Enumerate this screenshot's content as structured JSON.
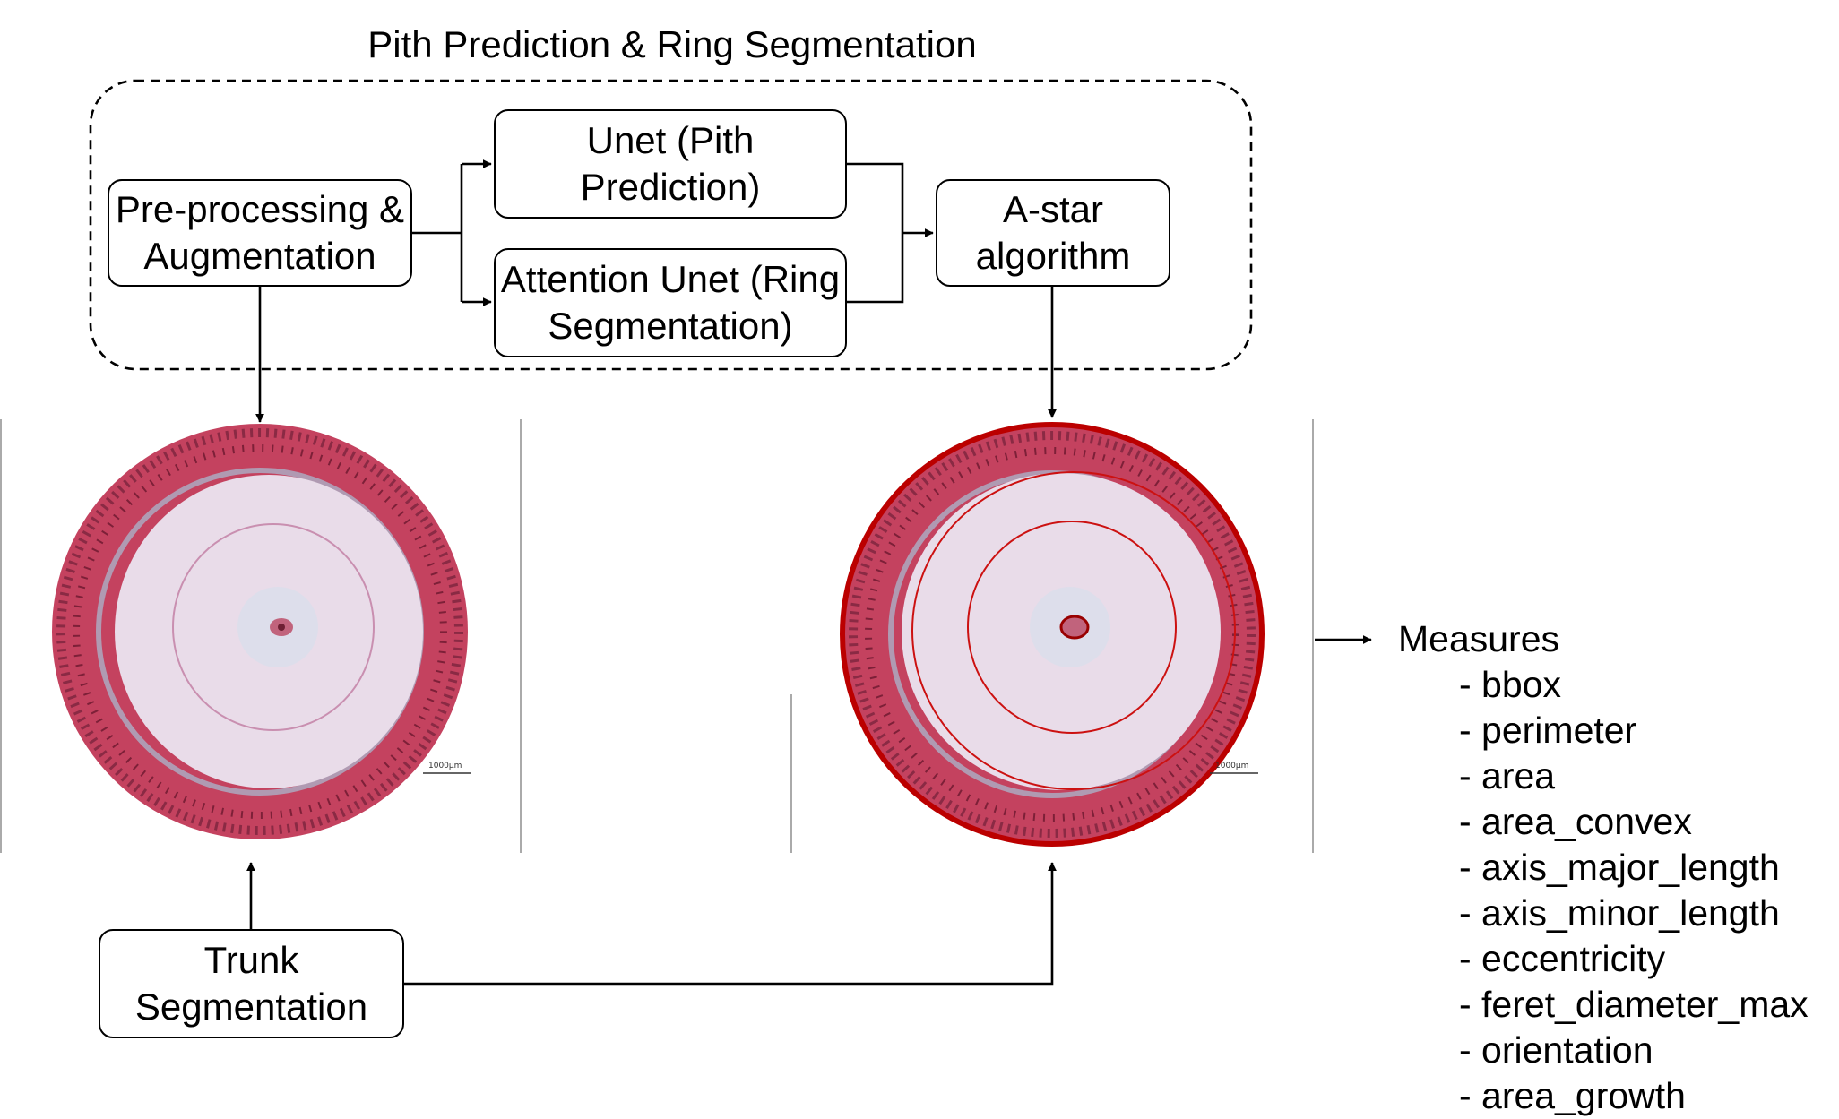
{
  "diagram": {
    "group_title": "Pith Prediction & Ring Segmentation",
    "nodes": {
      "preprocessing": "Pre-processing &\nAugmentation",
      "unet_pith": "Unet (Pith\nPrediction)",
      "attention_unet": "Attention Unet (Ring\nSegmentation)",
      "astar": "A-star\nalgorithm",
      "trunk": "Trunk\nSegmentation"
    },
    "images": {
      "input_scale": "1000μm",
      "output_scale": "1000μm"
    },
    "measures": {
      "title": "Measures",
      "items": [
        "- bbox",
        "- perimeter",
        "- area",
        "- area_convex",
        "- axis_major_length",
        "- axis_minor_length",
        "- eccentricity",
        "- feret_diameter_max",
        "- orientation",
        "- area_growth"
      ]
    },
    "colors": {
      "stroke": "#000000",
      "bark": "#c4425f",
      "bark_dark": "#8a2a44",
      "wood": "#e9dce9",
      "pith": "#c1637c",
      "ring_line": "#cc1111",
      "boundary": "#bb0000"
    }
  }
}
